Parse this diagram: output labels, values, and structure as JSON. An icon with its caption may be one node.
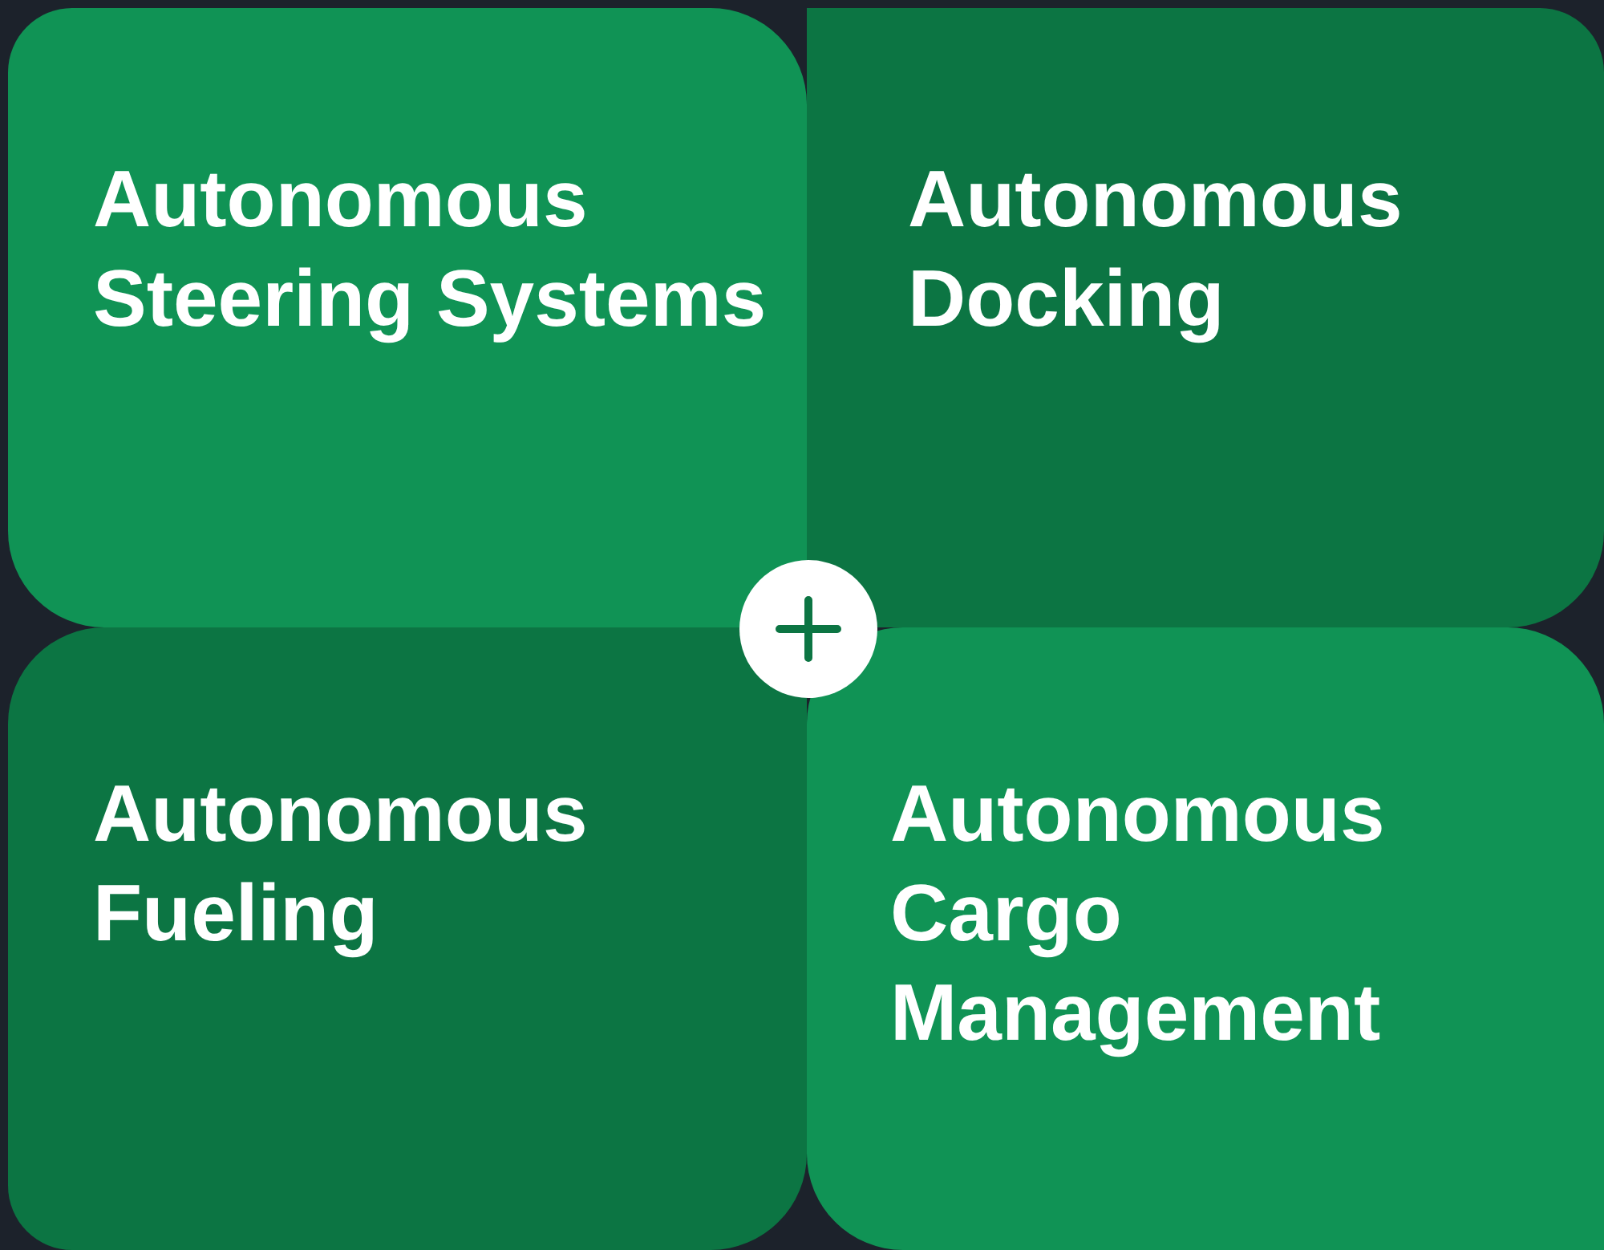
{
  "diagram": {
    "nodes": [
      {
        "text": [
          "Autonomous Steering Systems"
        ]
      },
      {
        "text": [
          "Autonomous Docking"
        ]
      },
      {
        "text": [
          "Autonomous Fueling"
        ]
      },
      {
        "text": [
          "Autonomous Cargo Management"
        ]
      }
    ]
  }
}
